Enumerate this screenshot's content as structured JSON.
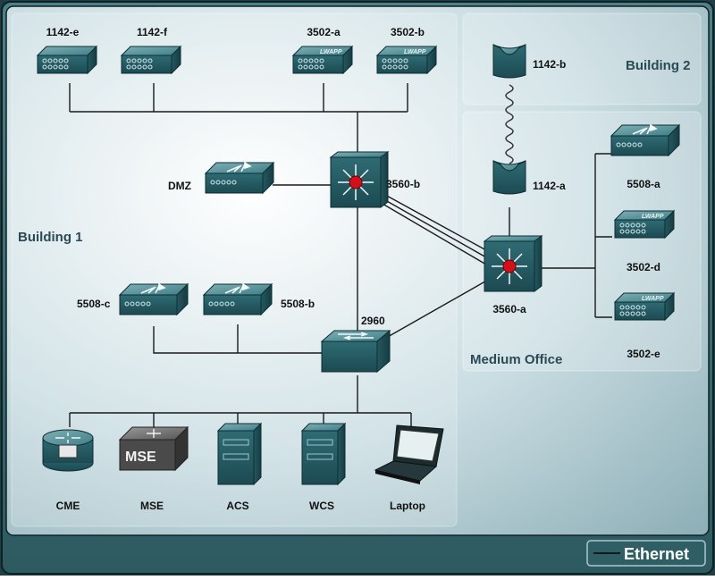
{
  "areas": {
    "building1": "Building 1",
    "building2": "Building 2",
    "medium_office": "Medium Office"
  },
  "legend": {
    "ethernet": "Ethernet"
  },
  "devices": {
    "ap_1142e": {
      "label": "1142-e",
      "icon": "access-point"
    },
    "ap_1142f": {
      "label": "1142-f",
      "icon": "access-point"
    },
    "ap_3502a": {
      "label": "3502-a",
      "icon": "lwapp-access-point",
      "badge": "LWAPP"
    },
    "ap_3502b": {
      "label": "3502-b",
      "icon": "lwapp-access-point",
      "badge": "LWAPP"
    },
    "ap_1142b": {
      "label": "1142-b",
      "icon": "bridge-antenna"
    },
    "ap_1142a": {
      "label": "1142-a",
      "icon": "bridge-antenna"
    },
    "dmz": {
      "label": "DMZ",
      "icon": "wireless-controller"
    },
    "sw_3560b": {
      "label": "3560-b",
      "icon": "multilayer-switch"
    },
    "sw_3560a": {
      "label": "3560-a",
      "icon": "multilayer-switch"
    },
    "wlc_5508c": {
      "label": "5508-c",
      "icon": "wireless-controller"
    },
    "wlc_5508b": {
      "label": "5508-b",
      "icon": "wireless-controller"
    },
    "sw_2960": {
      "label": "2960",
      "icon": "workgroup-switch"
    },
    "wlc_5508a": {
      "label": "5508-a",
      "icon": "wireless-controller"
    },
    "ap_3502d": {
      "label": "3502-d",
      "icon": "lwapp-access-point",
      "badge": "LWAPP"
    },
    "ap_3502e": {
      "label": "3502-e",
      "icon": "lwapp-access-point",
      "badge": "LWAPP"
    },
    "cme": {
      "label": "CME",
      "icon": "router"
    },
    "mse": {
      "label": "MSE",
      "icon": "mse-appliance",
      "badge": "MSE"
    },
    "acs": {
      "label": "ACS",
      "icon": "server"
    },
    "wcs": {
      "label": "WCS",
      "icon": "server"
    },
    "laptop": {
      "label": "Laptop",
      "icon": "laptop"
    }
  }
}
